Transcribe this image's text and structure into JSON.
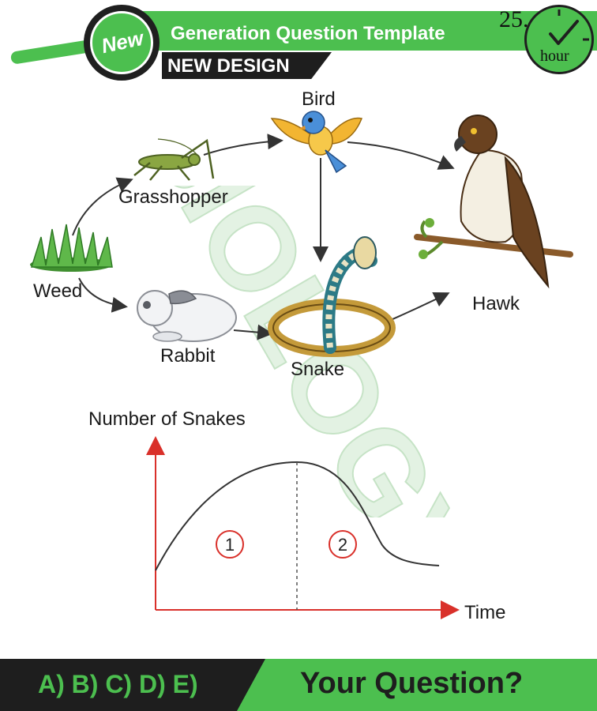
{
  "header": {
    "badge": "New",
    "title": "Generation Question Template",
    "subtitle": "NEW DESIGN",
    "clock_number": "25.",
    "clock_unit": "hour"
  },
  "watermark": "BIOLOGY",
  "food_web": {
    "organisms": {
      "bird": "Bird",
      "grasshopper": "Grasshopper",
      "weed": "Weed",
      "rabbit": "Rabbit",
      "snake": "Snake",
      "hawk": "Hawk"
    }
  },
  "graph": {
    "y_label": "Number of Snakes",
    "x_label": "Time",
    "regions": [
      "1",
      "2"
    ]
  },
  "footer": {
    "options": "A) B) C) D) E)",
    "question": "Your Question?"
  },
  "colors": {
    "brand_green": "#4cbf4f",
    "dark": "#1e1e1e",
    "axis_red": "#d9302a"
  }
}
